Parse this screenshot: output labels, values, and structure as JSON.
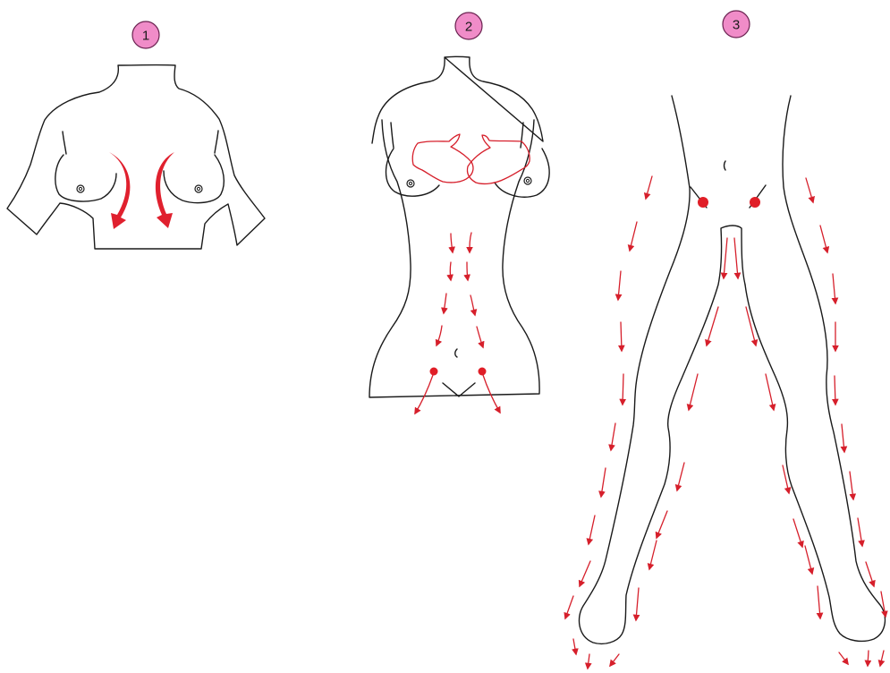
{
  "steps": [
    {
      "number": "1",
      "figure": "chest"
    },
    {
      "number": "2",
      "figure": "torso"
    },
    {
      "number": "3",
      "figure": "legs"
    }
  ],
  "colors": {
    "badge_fill": "#f08cc8",
    "badge_stroke": "#6a2250",
    "outline": "#1a1a1a",
    "arrow": "#d61f2b",
    "arrow_bold": "#e0202e",
    "point": "#e01e27"
  }
}
